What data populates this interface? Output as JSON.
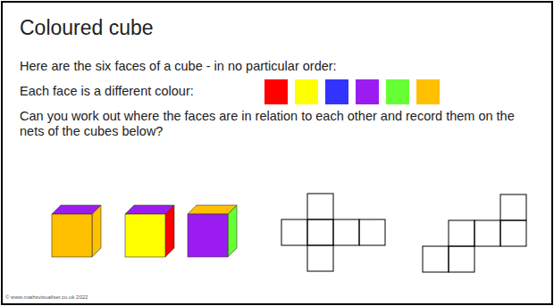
{
  "diagram": {
    "title": "Coloured cube",
    "labels": [
      "Here are the six faces of a cube - in no particular order:",
      "Each face is a different colour:",
      "Can you work out where the faces are in relation to each other and record them on the nets of the cubes below?",
      "© www.mathsvisualiser.co.uk 2022"
    ]
  }
}
